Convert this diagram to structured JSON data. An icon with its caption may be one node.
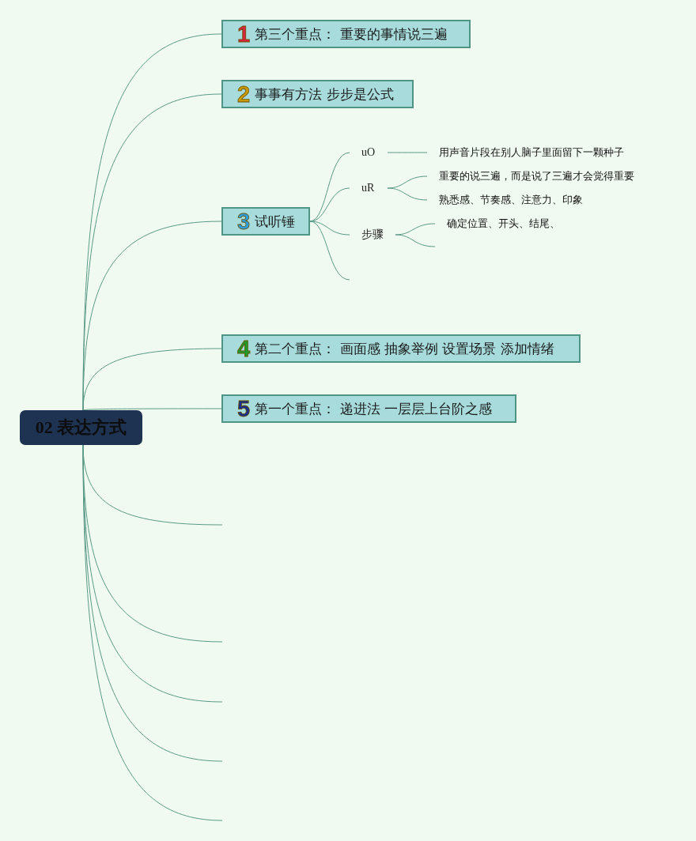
{
  "diagram": {
    "nodes": [
      {
        "text": [
          "02 表达方式"
        ]
      },
      {
        "text": [
          "1",
          "第三个重点： 重要的事情说三遍"
        ]
      },
      {
        "text": [
          "2",
          "事事有方法 步步是公式"
        ]
      },
      {
        "text": [
          "3",
          "试听锤"
        ]
      },
      {
        "text": [
          "4",
          "第二个重点： 画面感 抽象举例 设置场景 添加情绪"
        ]
      },
      {
        "text": [
          "5",
          "第一个重点： 递进法 一层层上台阶之感"
        ]
      },
      {
        "text": [
          "uO"
        ]
      },
      {
        "text": [
          "uR"
        ]
      },
      {
        "text": [
          "步骤"
        ]
      },
      {
        "text": [
          "用声音片段在别人脑子里面留下一颗种子"
        ]
      },
      {
        "text": [
          "重要的说三遍，而是说了三遍才会觉得重要"
        ]
      },
      {
        "text": [
          "熟悉感、节奏感、注意力、印象"
        ]
      },
      {
        "text": [
          "确定位置、开头、结尾、"
        ]
      }
    ],
    "edges": [
      {
        "from": 0,
        "to": 1,
        "arrow": "none"
      },
      {
        "from": 0,
        "to": 2,
        "arrow": "none"
      },
      {
        "from": 0,
        "to": 3,
        "arrow": "none"
      },
      {
        "from": 0,
        "to": 4,
        "arrow": "none"
      },
      {
        "from": 0,
        "to": 5,
        "arrow": "none"
      },
      {
        "from": 0,
        "to": null,
        "arrow": "none"
      },
      {
        "from": 0,
        "to": null,
        "arrow": "none"
      },
      {
        "from": 0,
        "to": null,
        "arrow": "none"
      },
      {
        "from": 0,
        "to": null,
        "arrow": "none"
      },
      {
        "from": 0,
        "to": null,
        "arrow": "none"
      },
      {
        "from": 3,
        "to": 6,
        "arrow": "none"
      },
      {
        "from": 3,
        "to": 7,
        "arrow": "none"
      },
      {
        "from": 3,
        "to": 8,
        "arrow": "none"
      },
      {
        "from": 3,
        "to": null,
        "arrow": "none"
      },
      {
        "from": 6,
        "to": 9,
        "arrow": "none"
      },
      {
        "from": 7,
        "to": 10,
        "arrow": "none"
      },
      {
        "from": 7,
        "to": 11,
        "arrow": "none"
      },
      {
        "from": 8,
        "to": 12,
        "arrow": "none"
      },
      {
        "from": 8,
        "to": null,
        "arrow": "none"
      }
    ]
  }
}
